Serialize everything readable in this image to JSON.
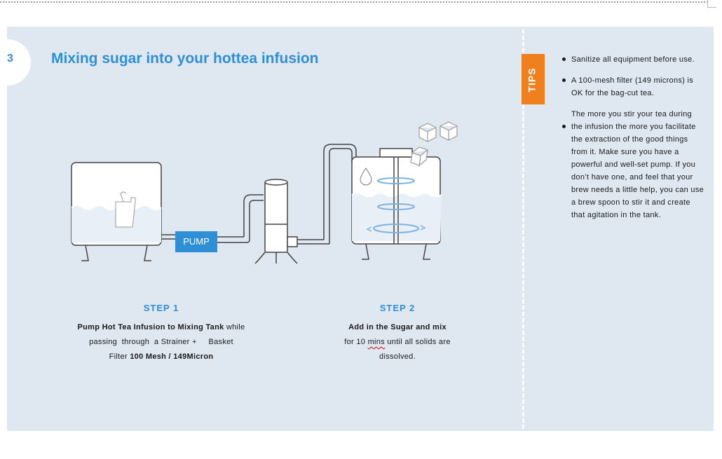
{
  "section": {
    "number": "3",
    "title": "Mixing sugar into your hottea infusion"
  },
  "tips": {
    "badge": "TIPS",
    "items": [
      "Sanitize all equipment before use.",
      "A 100-mesh filter (149 microns) is OK for the bag-cut tea.",
      "The more you stir your tea during the infusion the more you facilitate the extraction of the good things from it. Make sure you have a powerful and well-set pump. If you don’t have one, and feel that your brew needs a little help, you can use a brew spoon to stir it and create that agitation in the tank."
    ]
  },
  "diagram": {
    "pump_label": "PUMP"
  },
  "steps": [
    {
      "label": "STEP 1",
      "bold_text": "Pump Hot Tea Infusion to Mixing Tank",
      "text_a": " while",
      "line2": "passing  through  a Strainer +     Basket",
      "line3_prefix": "Filter ",
      "line3_bold": "100 Mesh / 149Micron"
    },
    {
      "label": "STEP 2",
      "bold_text": "Add in the Sugar and mix",
      "line2_prefix": "for 10 ",
      "line2_flag": "mins",
      "line2_suffix": " until all solids are",
      "line3": "dissolved."
    }
  ],
  "colors": {
    "accent_blue": "#2f8fd6",
    "tips_orange": "#f07f1e",
    "panel_bg": "#dfe7f0"
  }
}
